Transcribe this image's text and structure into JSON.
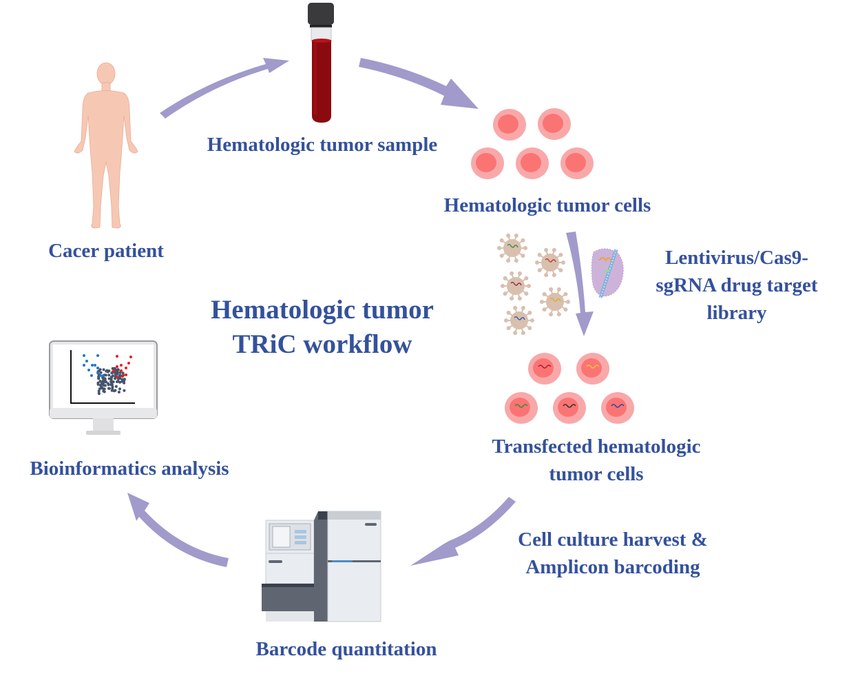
{
  "title": {
    "line1": "Hematologic tumor",
    "line2": "TRiC workflow"
  },
  "steps": {
    "patient": "Cacer patient",
    "sample": "Hematologic tumor sample",
    "cells": "Hematologic tumor cells",
    "library": {
      "line1": "Lentivirus/Cas9-",
      "line2": "sgRNA drug target",
      "line3": "library"
    },
    "transfected": {
      "line1": "Transfected hematologic",
      "line2": "tumor cells"
    },
    "harvest": {
      "line1": "Cell culture harvest &",
      "line2": "Amplicon barcoding"
    },
    "barcode": "Barcode quantitation",
    "bioinformatics": "Bioinformatics analysis"
  },
  "colors": {
    "text": "#34519c",
    "arrow": "#a09bcb",
    "skin": "#f6c8b4",
    "blood": "#8b0a10",
    "cell_outer": "#f9a8a9",
    "cell_inner": "#fb7474",
    "virus": "#d9bfae",
    "volcano_up": "#ee1c1c",
    "volcano_down": "#1f78c8",
    "volcano_ns": "#46546b"
  },
  "icons": {
    "patient": "human-body-icon",
    "sample": "blood-tube-icon",
    "cells": "tumor-cells-icon",
    "virus": "lentivirus-icon",
    "cas9": "cas9-sgrna-icon",
    "transfected": "transfected-cells-icon",
    "sequencer": "sequencer-icon",
    "monitor": "volcano-plot-monitor-icon"
  }
}
